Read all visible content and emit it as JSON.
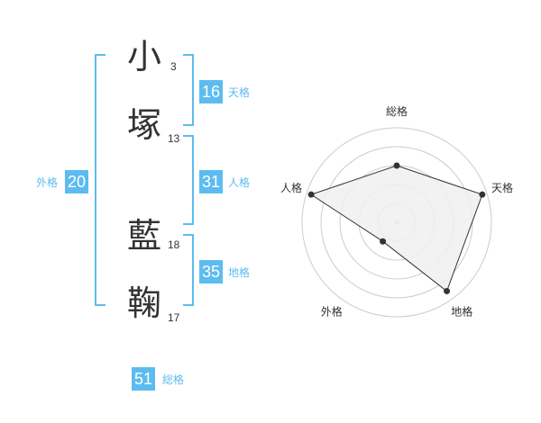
{
  "colors": {
    "accent": "#5cbcf0",
    "badge_bg": "#5cbcf0",
    "text": "#333333",
    "radar_fill": "#f0f0f0",
    "radar_line": "#333333",
    "grid": "#cccccc"
  },
  "name": {
    "characters": [
      {
        "char": "小",
        "strokes": "3"
      },
      {
        "char": "塚",
        "strokes": "13"
      },
      {
        "char": "藍",
        "strokes": "18"
      },
      {
        "char": "鞠",
        "strokes": "17"
      }
    ]
  },
  "fortunes": {
    "tenkaku": {
      "value": "16",
      "label": "天格"
    },
    "jinkaku": {
      "value": "31",
      "label": "人格"
    },
    "chikaku": {
      "value": "35",
      "label": "地格"
    },
    "gaikaku": {
      "value": "20",
      "label": "外格"
    },
    "soukaku": {
      "value": "51",
      "label": "総格"
    }
  },
  "chart_data": {
    "type": "radar",
    "axes": [
      "総格",
      "天格",
      "地格",
      "外格",
      "人格"
    ],
    "values": [
      0.6,
      0.95,
      0.9,
      0.25,
      0.95
    ],
    "range": [
      0,
      1
    ],
    "rings": 5,
    "grid": true
  }
}
